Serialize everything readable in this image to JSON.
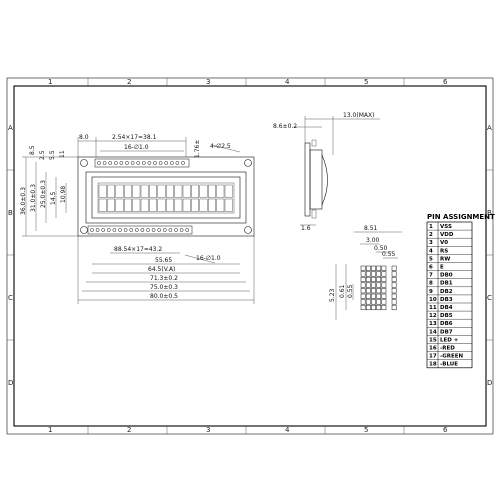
{
  "frame": {
    "col_labels": [
      "1",
      "2",
      "3",
      "4",
      "5",
      "6"
    ],
    "row_labels": [
      "A",
      "B",
      "C",
      "D"
    ]
  },
  "front_view": {
    "dims_top": {
      "offset_8": "8.0",
      "pitch": "2.54×17=38.1",
      "pin_dia": "16-∅1.0",
      "pad": "1.76±",
      "hole": "4-∅2.5"
    },
    "dims_left": {
      "h1": "36.0±0.3",
      "h2": "31.0±0.3",
      "h3": "25.0±0.3",
      "h4": "14.5",
      "h5": "10.98",
      "s1": "2.5",
      "s2": "5.5",
      "s3": "11",
      "s4": "8.5"
    },
    "dims_bottom": {
      "pitch_bottom": "88.54×17=43.2",
      "pin_bottom": "16-∅1.0",
      "w1": "55.65",
      "w2": "64.5(V.A)",
      "w3": "71.3±0.2",
      "w4": "75.0±0.3",
      "w5": "80.0±0.5"
    }
  },
  "side_view": {
    "thickness_max": "13.0(MAX)",
    "pcb": "8.6±0.2",
    "pin_len": "1.6"
  },
  "char_detail": {
    "w1": "8.51",
    "w2": "3.00",
    "w3": "0.50",
    "w4": "0.55",
    "h1": "5.23",
    "h2": "0.61",
    "h3": "0.55"
  },
  "pin_assignment": {
    "title": "PIN ASSIGNMENT",
    "rows": [
      {
        "num": "1",
        "name": "VSS"
      },
      {
        "num": "2",
        "name": "VDD"
      },
      {
        "num": "3",
        "name": "V0"
      },
      {
        "num": "4",
        "name": "RS"
      },
      {
        "num": "5",
        "name": "RW"
      },
      {
        "num": "6",
        "name": "E"
      },
      {
        "num": "7",
        "name": "DB0"
      },
      {
        "num": "8",
        "name": "DB1"
      },
      {
        "num": "9",
        "name": "DB2"
      },
      {
        "num": "10",
        "name": "DB3"
      },
      {
        "num": "11",
        "name": "DB4"
      },
      {
        "num": "12",
        "name": "DB5"
      },
      {
        "num": "13",
        "name": "DB6"
      },
      {
        "num": "14",
        "name": "DB7"
      },
      {
        "num": "15",
        "name": "LED +"
      },
      {
        "num": "16",
        "name": "-RED"
      },
      {
        "num": "17",
        "name": "-GREEN"
      },
      {
        "num": "18",
        "name": "-BLUE"
      }
    ]
  }
}
